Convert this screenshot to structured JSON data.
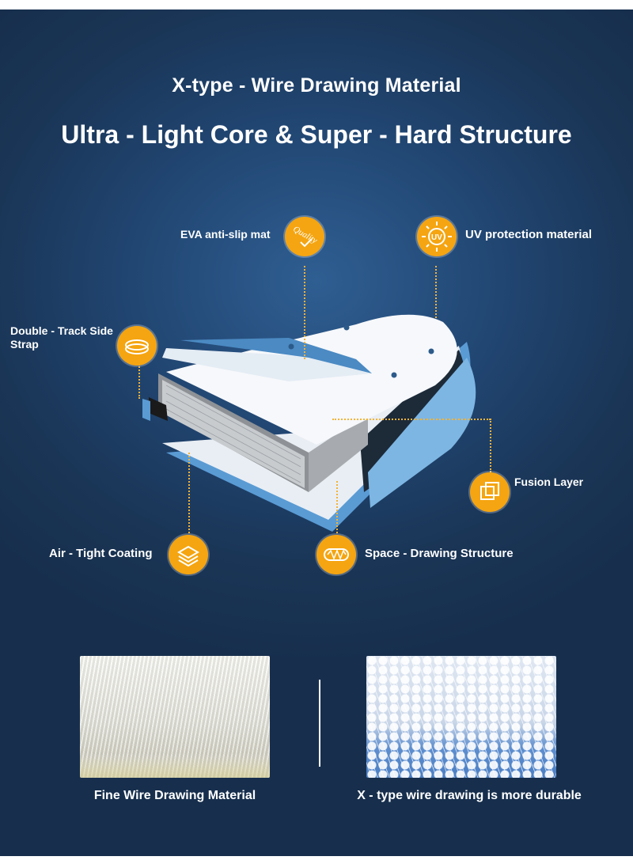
{
  "header": {
    "title": "X-type - Wire Drawing Material",
    "subtitle": "Ultra - Light Core & Super - Hard Structure"
  },
  "callouts": {
    "eva": {
      "label": "EVA anti-slip mat",
      "badge_text": "Quality",
      "icon": "quality-seal-icon"
    },
    "uv": {
      "label": "UV protection material",
      "badge_text": "UV",
      "icon": "uv-sun-icon"
    },
    "strap": {
      "label": "Double - Track Side Strap",
      "icon": "double-track-strap-icon"
    },
    "fusion": {
      "label": "Fusion Layer",
      "icon": "overlapping-squares-icon"
    },
    "coating": {
      "label": "Air - Tight Coating",
      "icon": "stacked-layers-icon"
    },
    "space": {
      "label": "Space - Drawing Structure",
      "icon": "wire-mesh-icon"
    }
  },
  "photos": {
    "fine": {
      "caption": "Fine Wire Drawing Material"
    },
    "xtype": {
      "caption": "X - type wire drawing is more durable"
    }
  },
  "colors": {
    "background": "#1f416a",
    "accent_orange": "#f5a511",
    "board_blue": "#5a9bd4",
    "text": "#ffffff"
  }
}
